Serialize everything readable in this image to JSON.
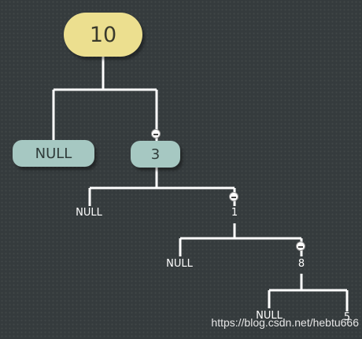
{
  "tree": {
    "root": {
      "label": "10"
    },
    "level1": {
      "left_label": "NULL",
      "right_label": "3"
    },
    "level2": {
      "left_label": "NULL",
      "right_label": "1"
    },
    "level3": {
      "left_label": "NULL",
      "right_label": "8"
    },
    "level4": {
      "left_label": "NULL",
      "right_label": "5"
    }
  },
  "colors": {
    "background": "#353b3d",
    "root_fill": "#ecdf8f",
    "node_fill": "#a6c8c2",
    "line": "#ffffff",
    "text": "#ffffff"
  },
  "icons": {
    "collapse": "minus-circle-icon"
  },
  "watermark": "https://blog.csdn.net/hebtu666"
}
